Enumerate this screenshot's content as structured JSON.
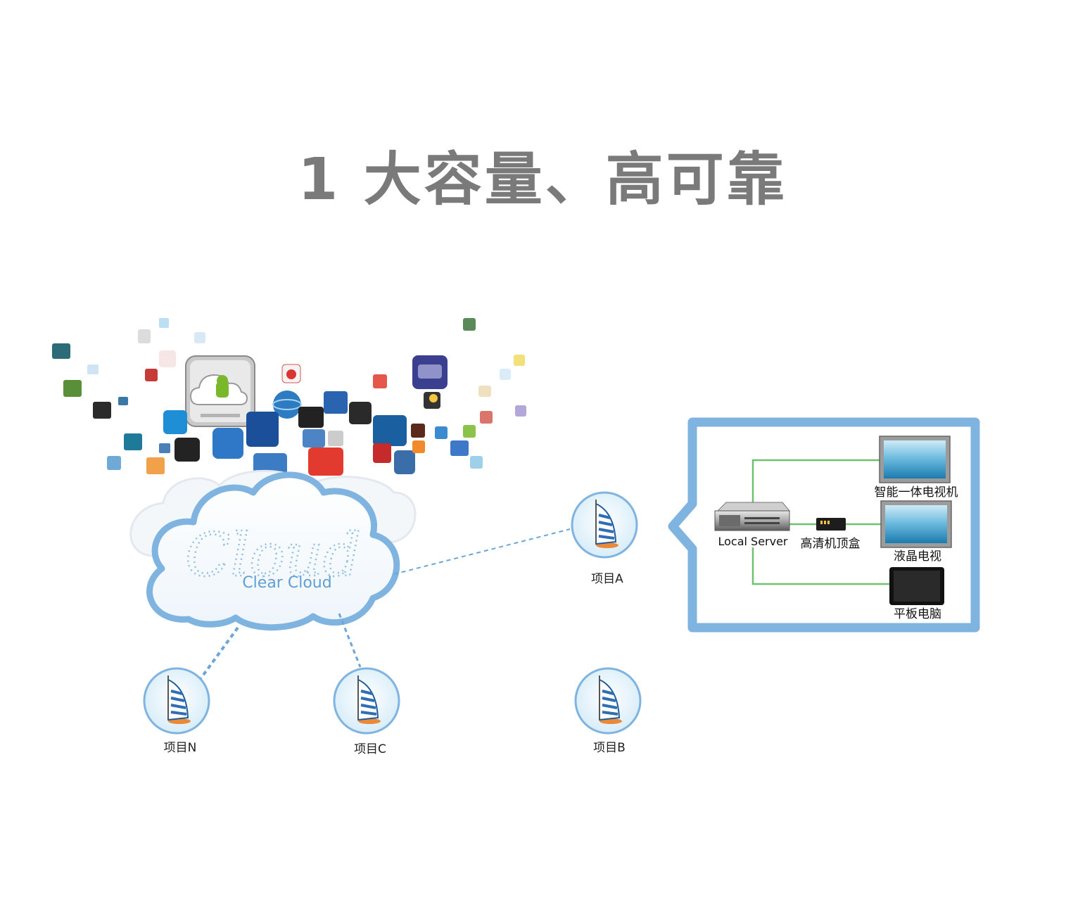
{
  "title": "1 大容量、高可靠",
  "cloud": {
    "script_text": "Cloud",
    "brand": "Clear Cloud"
  },
  "projects": [
    {
      "id": "a",
      "label": "项目A"
    },
    {
      "id": "b",
      "label": "项目B"
    },
    {
      "id": "c",
      "label": "项目C"
    },
    {
      "id": "n",
      "label": "项目N"
    }
  ],
  "detail": {
    "server": "Local Server",
    "stb": "高清机顶盒",
    "devices": [
      "智能一体电视机",
      "液晶电视",
      "平板电脑"
    ]
  },
  "colors": {
    "title": "#7a7a7a",
    "cloud_outline": "#7fb4e0",
    "cloud_text": "#5f9fd3",
    "panel_border": "#7fb4e0",
    "connector": "#6aa6da",
    "green_line": "#6fc36f",
    "screen_top": "#bfe4f3",
    "screen_bottom": "#1d7fb2"
  },
  "app_icons": [
    "android-cloud-icon",
    "weibo-icon",
    "browser-icon",
    "video-icon",
    "music-icon",
    "weather-icon",
    "map-icon",
    "game-icon",
    "photo-icon",
    "mail-icon",
    "chat-icon",
    "shop-icon"
  ]
}
